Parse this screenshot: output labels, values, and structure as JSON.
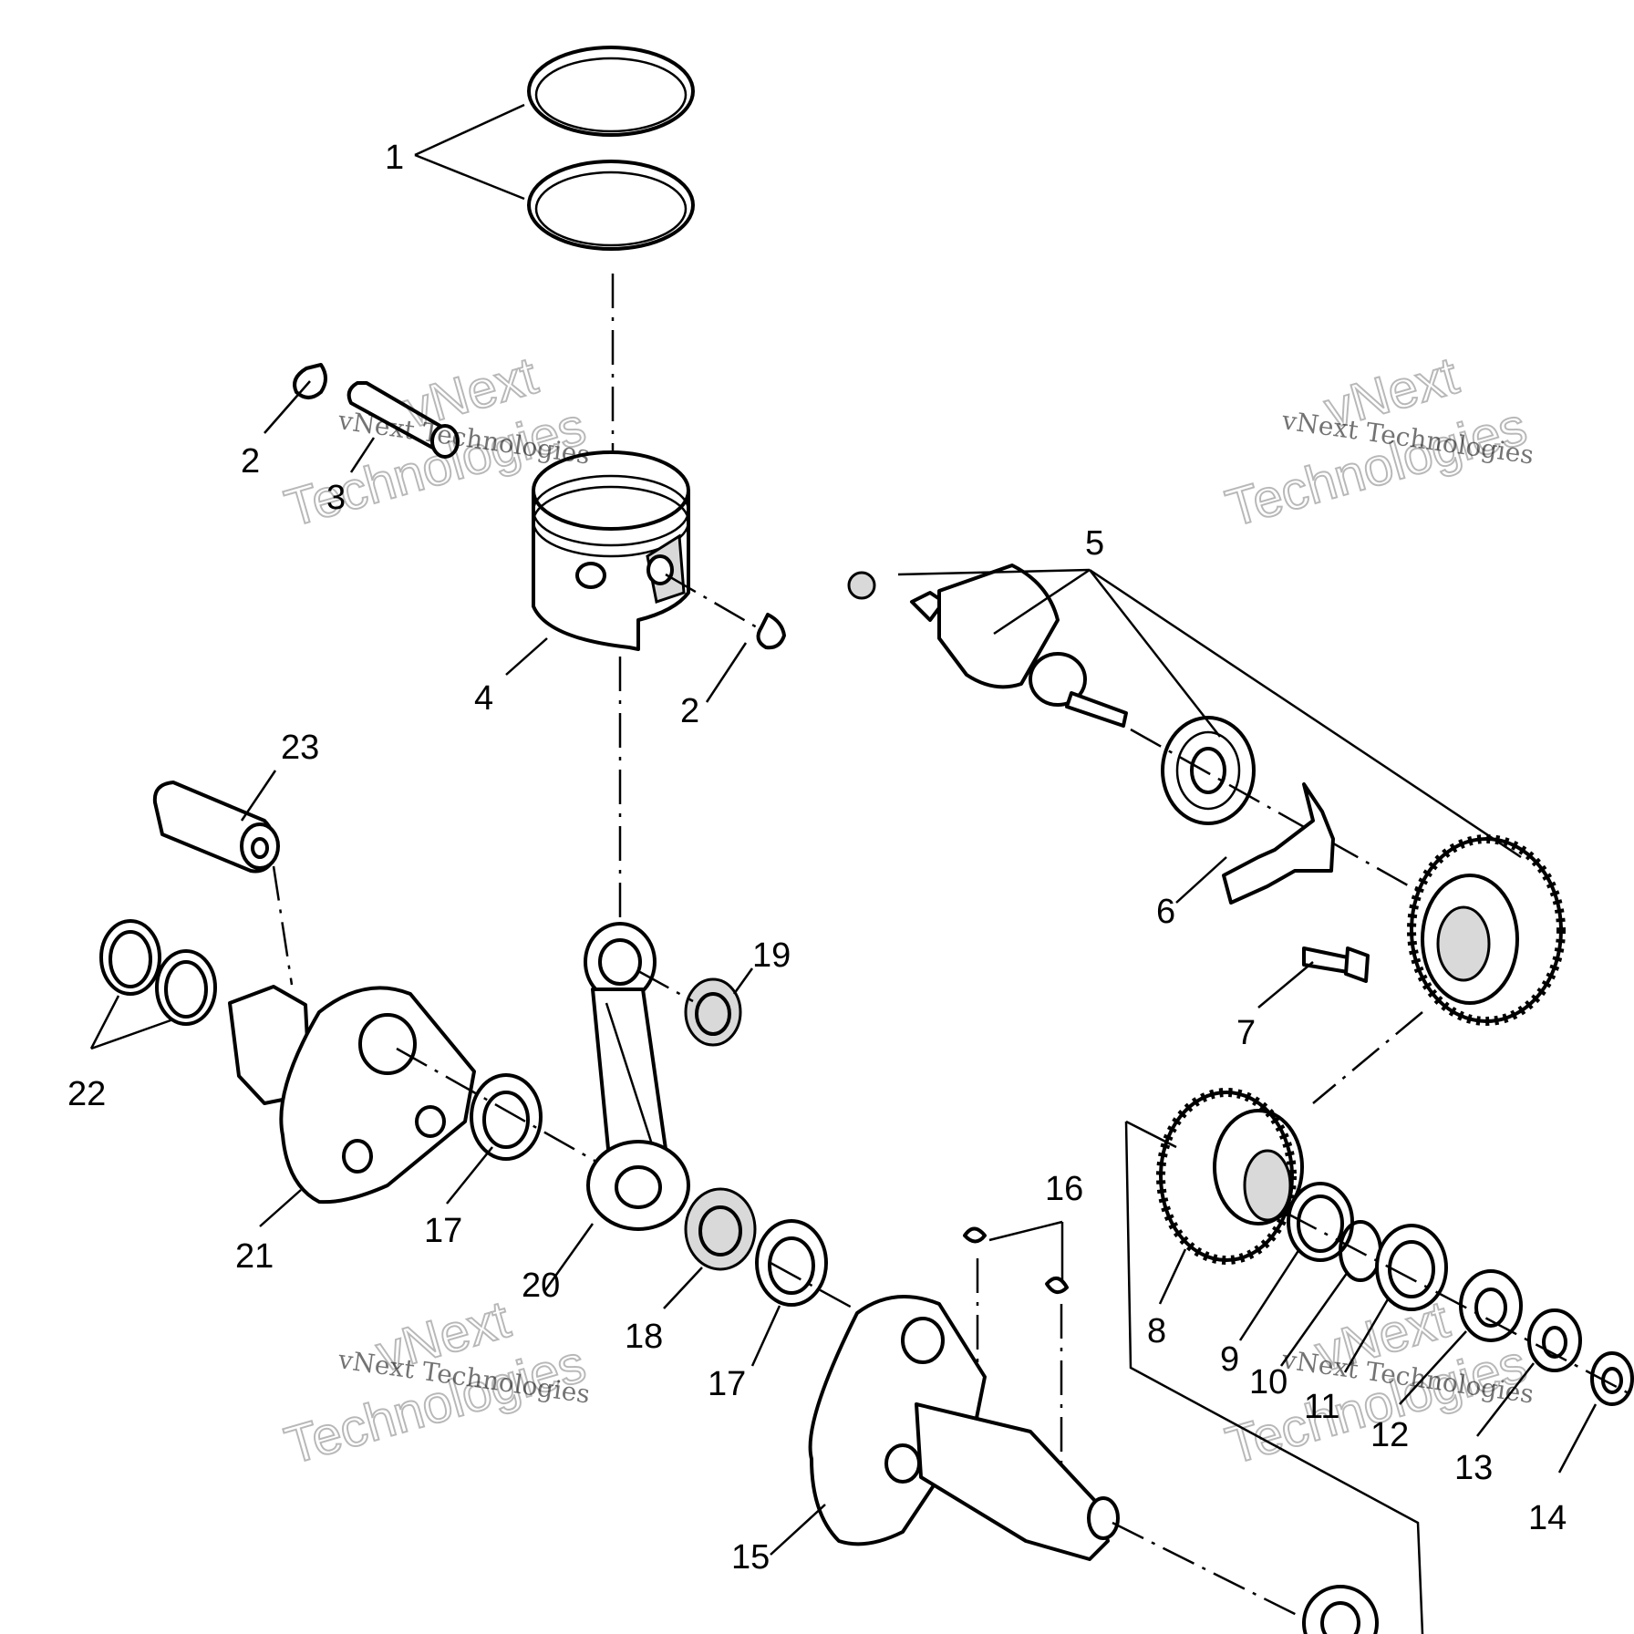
{
  "callouts": {
    "c1": "1",
    "c2a": "2",
    "c2b": "2",
    "c3": "3",
    "c4": "4",
    "c5": "5",
    "c6": "6",
    "c7": "7",
    "c8": "8",
    "c9": "9",
    "c10": "10",
    "c11": "11",
    "c12": "12",
    "c13": "13",
    "c14": "14",
    "c15": "15",
    "c16": "16",
    "c17a": "17",
    "c17b": "17",
    "c18": "18",
    "c19": "19",
    "c20": "20",
    "c21": "21",
    "c22": "22",
    "c23": "23"
  },
  "watermark": {
    "line_small": "vNext Technologies",
    "line_big_1": "vNext",
    "line_big_2": "Technologies"
  }
}
